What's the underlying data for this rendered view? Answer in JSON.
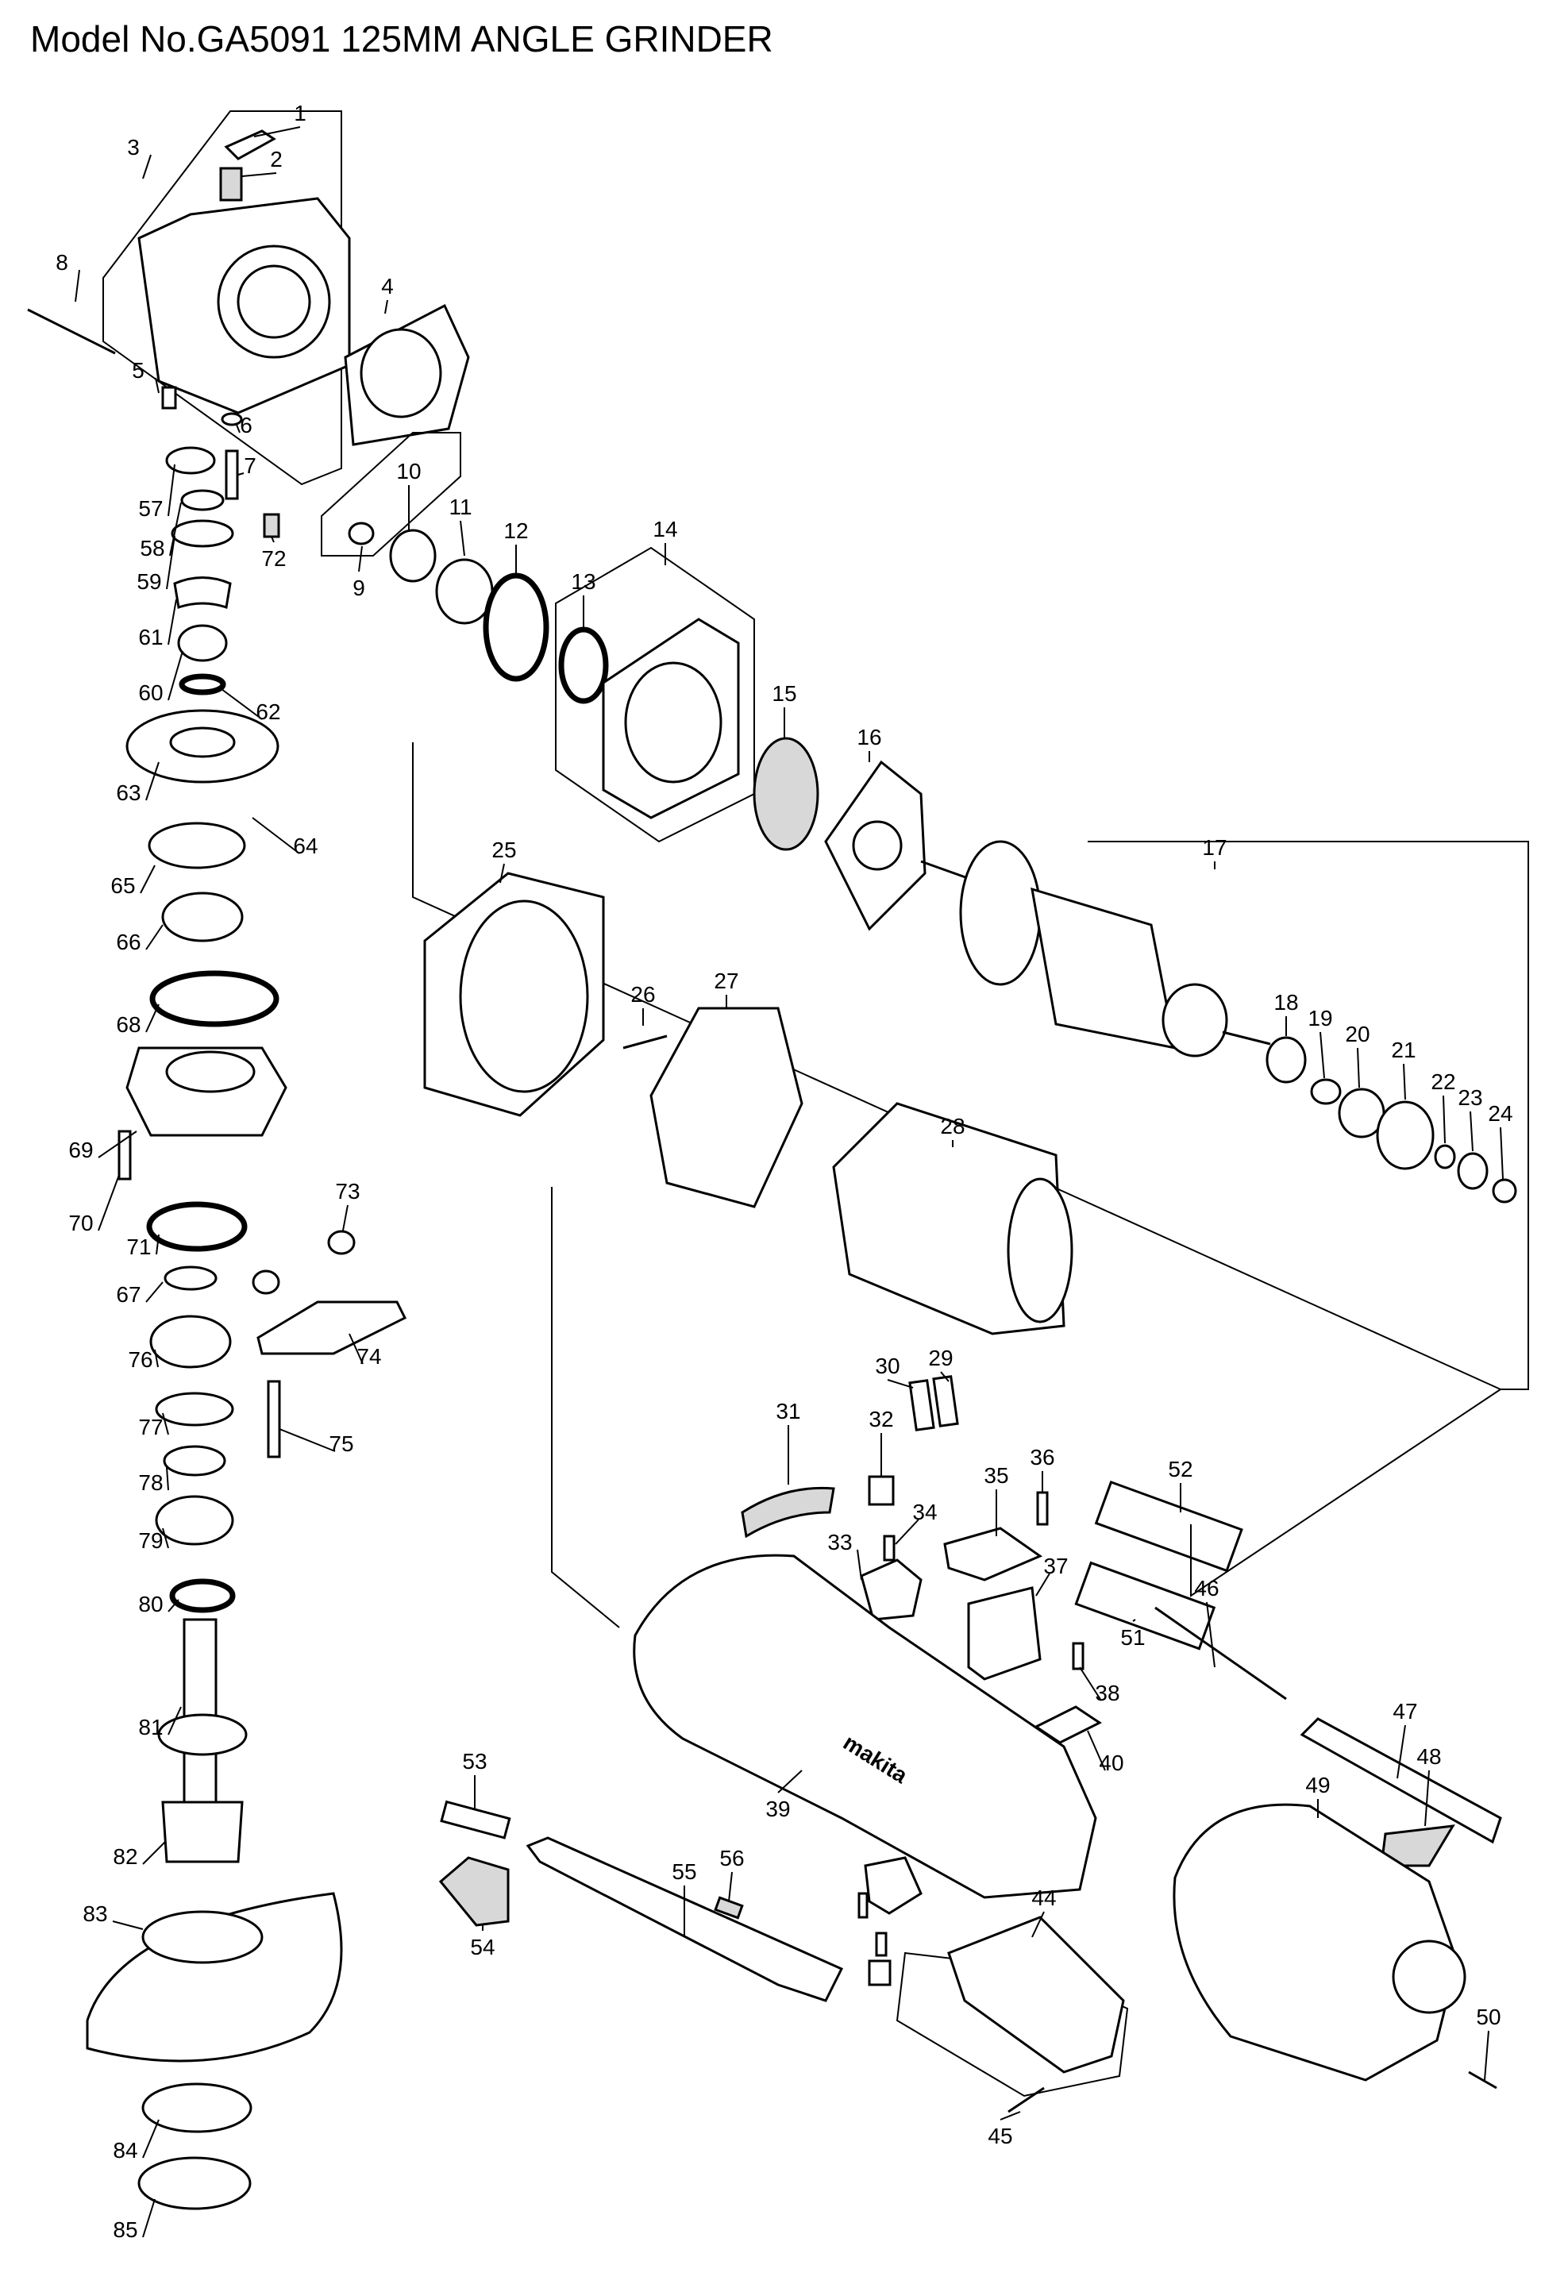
{
  "title": "Model No.GA5091 125MM ANGLE GRINDER",
  "labels": [
    "1",
    "2",
    "3",
    "4",
    "5",
    "6",
    "7",
    "8",
    "9",
    "10",
    "11",
    "12",
    "13",
    "14",
    "15",
    "16",
    "17",
    "18",
    "19",
    "20",
    "21",
    "22",
    "23",
    "24",
    "25",
    "26",
    "27",
    "28",
    "29",
    "30",
    "31",
    "32",
    "33",
    "34",
    "35",
    "36",
    "37",
    "38",
    "39",
    "40",
    "44",
    "45",
    "46",
    "47",
    "48",
    "49",
    "50",
    "51",
    "52",
    "53",
    "54",
    "55",
    "56",
    "57",
    "58",
    "59",
    "60",
    "61",
    "62",
    "63",
    "64",
    "65",
    "66",
    "67",
    "68",
    "69",
    "70",
    "71",
    "72",
    "73",
    "74",
    "75",
    "76",
    "77",
    "78",
    "79",
    "80",
    "81",
    "82",
    "83",
    "84",
    "85"
  ],
  "brand_logo": "makita"
}
